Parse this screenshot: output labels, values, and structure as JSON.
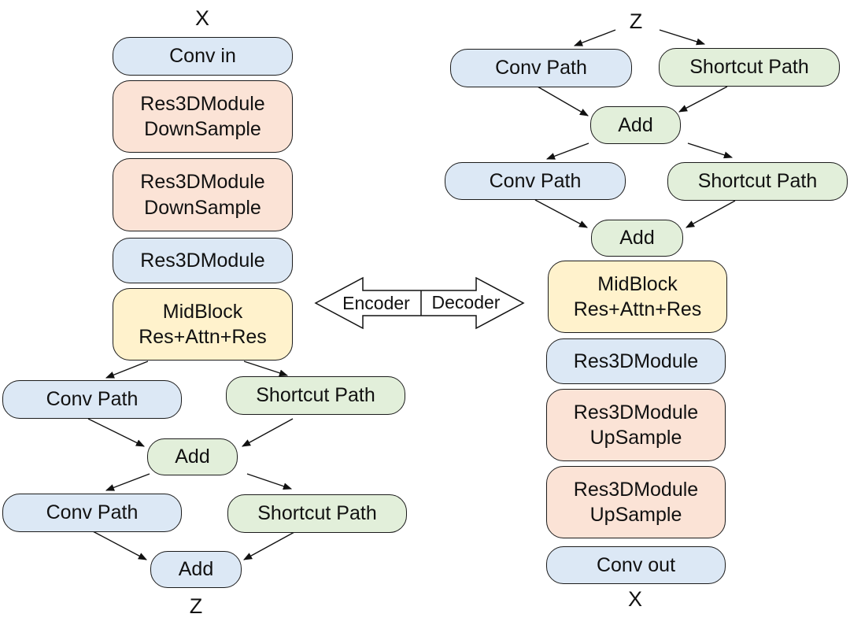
{
  "encoder": {
    "input_label": "X",
    "output_label": "Z",
    "blocks": [
      {
        "lines": [
          "Conv in"
        ]
      },
      {
        "lines": [
          "Res3DModule",
          "DownSample"
        ]
      },
      {
        "lines": [
          "Res3DModule",
          "DownSample"
        ]
      },
      {
        "lines": [
          "Res3DModule"
        ]
      },
      {
        "lines": [
          "MidBlock",
          "Res+Attn+Res"
        ]
      }
    ],
    "stage1": {
      "conv": "Conv Path",
      "shortcut": "Shortcut Path",
      "add": "Add"
    },
    "stage2": {
      "conv": "Conv Path",
      "shortcut": "Shortcut Path",
      "add": "Add"
    }
  },
  "decoder": {
    "input_label": "Z",
    "output_label": "X",
    "stage1": {
      "conv": "Conv Path",
      "shortcut": "Shortcut Path",
      "add": "Add"
    },
    "stage2": {
      "conv": "Conv Path",
      "shortcut": "Shortcut Path",
      "add": "Add"
    },
    "blocks": [
      {
        "lines": [
          "MidBlock",
          "Res+Attn+Res"
        ]
      },
      {
        "lines": [
          "Res3DModule"
        ]
      },
      {
        "lines": [
          "Res3DModule",
          "UpSample"
        ]
      },
      {
        "lines": [
          "Res3DModule",
          "UpSample"
        ]
      },
      {
        "lines": [
          "Conv out"
        ]
      }
    ]
  },
  "center": {
    "left_label": "Encoder",
    "right_label": "Decoder"
  }
}
